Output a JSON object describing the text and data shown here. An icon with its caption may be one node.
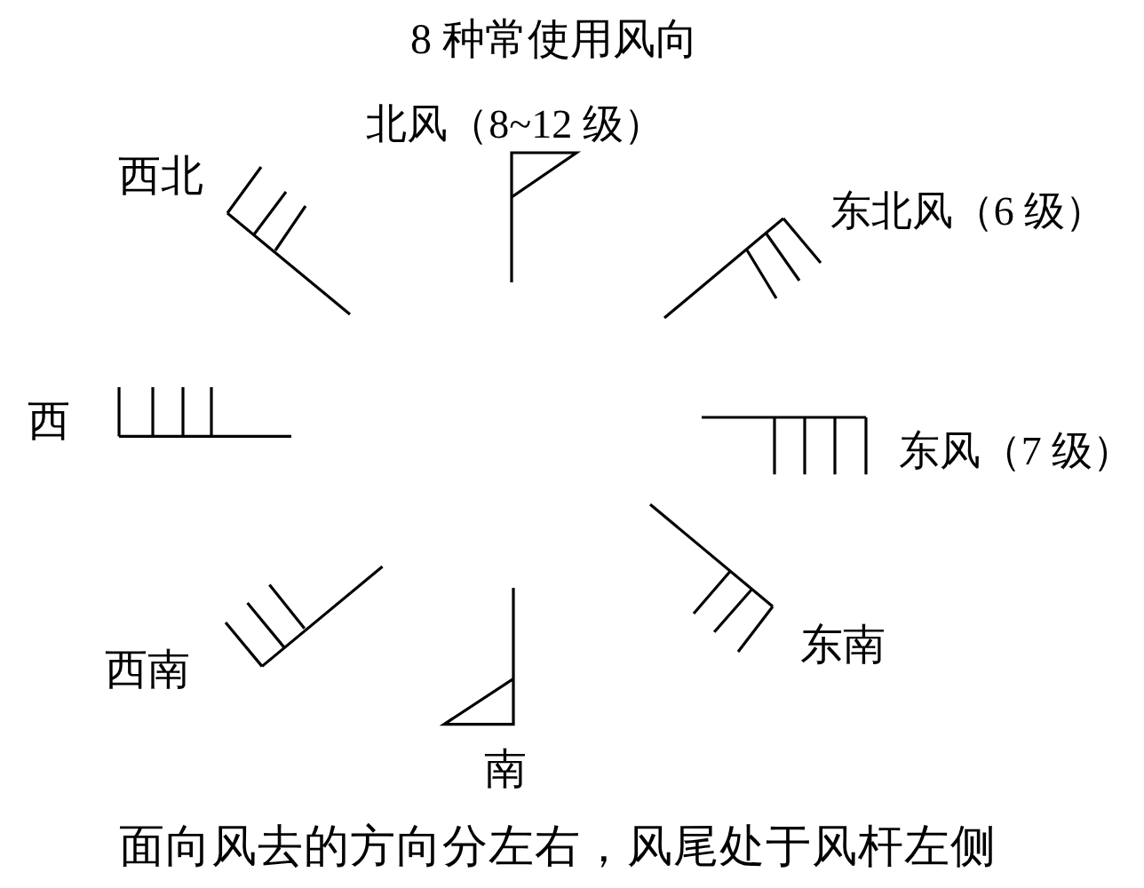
{
  "diagram": {
    "title": "8 种常使用风向",
    "labels": [
      "北风（8~12 级）",
      "西北",
      "东北风（6 级）",
      "西",
      "东风（7 级）",
      "西南",
      "东南",
      "南"
    ],
    "caption": "面向风去的方向分左右，风尾处于风杆左侧"
  }
}
